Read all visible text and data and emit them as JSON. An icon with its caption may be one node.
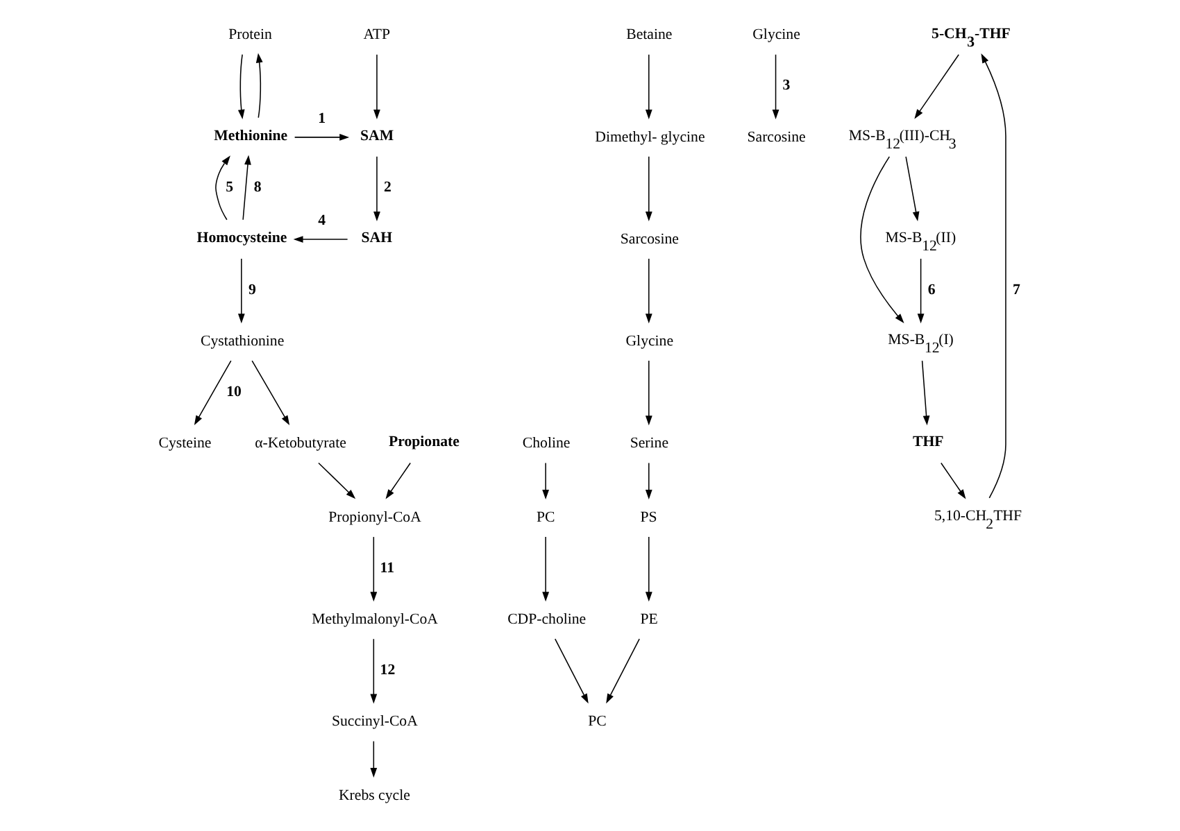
{
  "diagram": {
    "nodes": [
      {
        "text": [
          "Protein"
        ]
      },
      {
        "text": [
          "Methionine"
        ]
      },
      {
        "text": [
          "ATP"
        ]
      },
      {
        "text": [
          "SAM"
        ]
      },
      {
        "text": [
          "Sarcosine"
        ]
      },
      {
        "text": [
          "Glycine"
        ]
      },
      {
        "text": [
          "Serine"
        ]
      },
      {
        "text": [
          "PS"
        ]
      },
      {
        "text": [
          "PE"
        ]
      },
      {
        "text": [
          "Glycine"
        ]
      },
      {
        "text": [
          "Sarcosine"
        ]
      },
      {
        "text": [
          "PC"
        ]
      },
      {
        "text": [
          "SAH"
        ]
      },
      {
        "text": [
          "CDP-choline"
        ]
      },
      {
        "text": [
          "PC"
        ]
      },
      {
        "text": [
          "Choline"
        ]
      },
      {
        "text": [
          "5-CH$_{3}$-THF"
        ]
      },
      {
        "text": [
          "5,10-CH$_{2}$THF"
        ]
      },
      {
        "text": [
          "THF"
        ]
      },
      {
        "text": [
          "MS-B$_{12}$(I)"
        ]
      },
      {
        "text": [
          "MS-B$_{12}$(II)"
        ]
      },
      {
        "text": [
          "MS-B$_{12}$(III)-CH$_{3}$"
        ]
      },
      {
        "text": [
          "Dimethyl- glycine"
        ]
      },
      {
        "text": [
          "Betaine"
        ]
      },
      {
        "text": [
          "Homocysteine"
        ]
      },
      {
        "text": [
          "Cystathionine"
        ]
      },
      {
        "text": [
          "Cysteine"
        ]
      },
      {
        "text": [
          "α-Ketobutyrate"
        ]
      },
      {
        "text": [
          "Propionate"
        ]
      },
      {
        "text": [
          "Propionyl-CoA"
        ]
      },
      {
        "text": [
          "Methylmalonyl-CoA"
        ]
      },
      {
        "text": [
          "Succinyl-CoA"
        ]
      },
      {
        "text": [
          "Krebs cycle"
        ]
      }
    ],
    "edges": [
      {
        "from": 1,
        "to": 0,
        "arrow": "to"
      },
      {
        "from": 0,
        "to": 1,
        "arrow": "to"
      },
      {
        "from": 1,
        "to": 3,
        "arrow": "to",
        "label": "1"
      },
      {
        "from": 2,
        "to": 3,
        "arrow": "to"
      },
      {
        "from": 3,
        "to": 12,
        "arrow": "to",
        "label": "2"
      },
      {
        "from": 8,
        "to": 11,
        "arrow": "to"
      },
      {
        "from": 9,
        "to": 10,
        "arrow": "to",
        "label": "3"
      },
      {
        "from": 12,
        "to": 24,
        "arrow": "to",
        "label": "4"
      },
      {
        "from": 24,
        "to": 1,
        "arrow": "to",
        "label": "5"
      },
      {
        "from": 24,
        "to": 1,
        "arrow": "to",
        "label": "8"
      },
      {
        "from": 21,
        "to": 19,
        "arrow": "to"
      },
      {
        "from": 23,
        "to": 22,
        "arrow": "to"
      },
      {
        "from": 22,
        "to": 4,
        "arrow": "to"
      },
      {
        "from": 4,
        "to": 5,
        "arrow": "to"
      },
      {
        "from": 5,
        "to": 6,
        "arrow": "to"
      },
      {
        "from": 6,
        "to": 7,
        "arrow": "to"
      },
      {
        "from": 7,
        "to": 8,
        "arrow": "to"
      },
      {
        "from": 17,
        "to": 16,
        "arrow": "to",
        "label": "7"
      },
      {
        "from": 18,
        "to": 17,
        "arrow": "to"
      },
      {
        "from": 16,
        "to": 21,
        "arrow": "to"
      },
      {
        "from": 19,
        "to": 18,
        "arrow": "to"
      },
      {
        "from": 20,
        "to": 19,
        "arrow": "to",
        "label": "6"
      },
      {
        "from": 21,
        "to": 20,
        "arrow": "to"
      },
      {
        "from": 24,
        "to": 25,
        "arrow": "to",
        "label": "9"
      },
      {
        "from": 25,
        "to": 26,
        "arrow": "to",
        "label": "10"
      },
      {
        "from": 25,
        "to": 27,
        "arrow": "to"
      },
      {
        "from": 27,
        "to": 29,
        "arrow": "to"
      },
      {
        "from": 28,
        "to": 29,
        "arrow": "to"
      },
      {
        "from": 29,
        "to": 30,
        "arrow": "to",
        "label": "11"
      },
      {
        "from": 30,
        "to": 31,
        "arrow": "to",
        "label": "12"
      },
      {
        "from": 31,
        "to": 32,
        "arrow": "to"
      },
      {
        "from": 15,
        "to": 14,
        "arrow": "to"
      },
      {
        "from": 14,
        "to": 13,
        "arrow": "to"
      },
      {
        "from": 13,
        "to": 11,
        "arrow": "to"
      }
    ]
  }
}
